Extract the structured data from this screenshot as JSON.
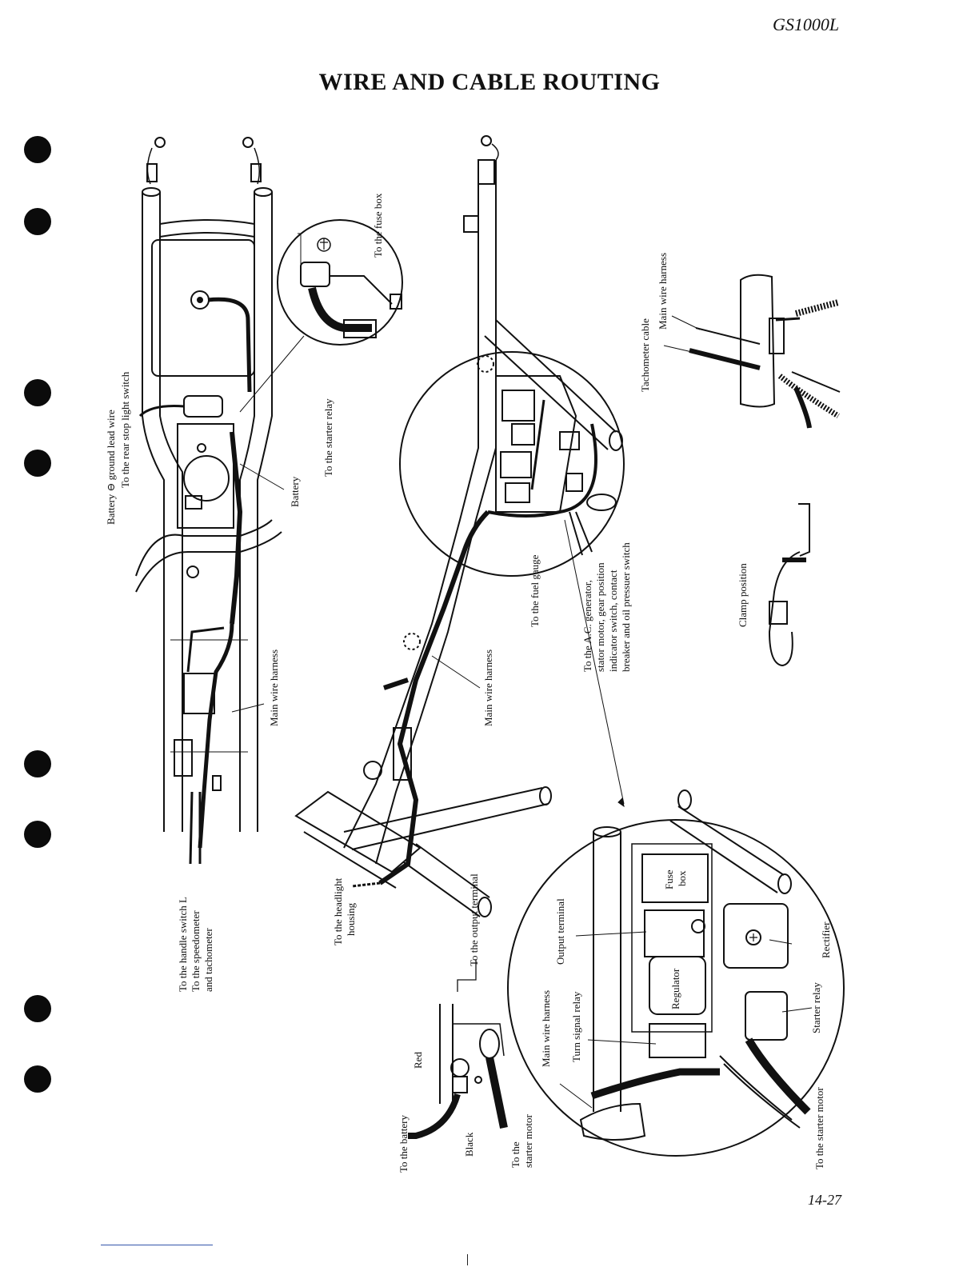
{
  "page": {
    "model": "GS1000L",
    "title": "WIRE AND CABLE ROUTING",
    "page_number": "14-27"
  },
  "labels": {
    "fuse_box_to": "To the fuse box",
    "starter_relay_to": "To the starter relay",
    "battery_ground": "Battery ⊖ ground lead wire",
    "rear_stop": "To the rear stop light switch",
    "battery": "Battery",
    "main_harness_left": "Main wire harness",
    "handle_switch": "To the handle switch L",
    "speedometer": "To the speedometer",
    "tachometer": "and tachometer",
    "headlight": "To the headlight",
    "headlight_2": "housing",
    "output_terminal_to": "To the output terminal",
    "fuel_gauge": "To the fuel gauge",
    "ac_gen_1": "To the A.C. generator,",
    "ac_gen_2": "stator motor, gear position",
    "ac_gen_3": "indicator switch, contact",
    "ac_gen_4": "breaker and oil pressuer switch",
    "main_harness_center": "Main wire harness",
    "tach_cable": "Tachometer cable",
    "main_harness_right": "Main wire harness",
    "clamp_position": "Clamp position",
    "red": "Red",
    "to_battery": "To the battery",
    "black": "Black",
    "to_starter_motor_1": "To the",
    "to_starter_motor_2": "starter motor",
    "output_terminal": "Output terminal",
    "main_harness_bottom": "Main wire harness",
    "turn_signal_relay": "Turn signal relay",
    "fuse_box_1": "Fuse",
    "fuse_box_2": "box",
    "regulator": "Regulator",
    "rectifier": "Rectifier",
    "starter_relay": "Starter relay",
    "to_starter_motor_right": "To the starter motor"
  }
}
